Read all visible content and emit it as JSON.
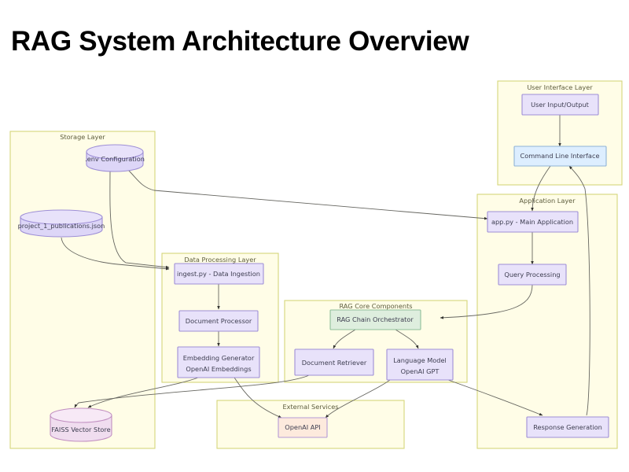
{
  "page": {
    "title": "RAG System Architecture Overview",
    "background": "#ffffff"
  },
  "colors": {
    "cluster_fill": "#fffde7",
    "cluster_stroke": "#d6d67a",
    "lavender_fill": "#e8e2fa",
    "lavender_stroke": "#9e8fd6",
    "blue_fill": "#ddeeff",
    "blue_stroke": "#8fb3d6",
    "green_fill": "#deeede",
    "green_stroke": "#8fbf9a",
    "peach_fill": "#fdeadd",
    "peach_stroke": "#b49ad6",
    "cylinder_pink_fill": "#f0ddef",
    "cylinder_pink_stroke": "#c08ec0",
    "edge_stroke": "#666660",
    "node_text": "#3d3d50",
    "cluster_text": "#5d5d3d"
  },
  "clusters": {
    "storage": {
      "label": "Storage Layer"
    },
    "user_interface": {
      "label": "User Interface Layer"
    },
    "application": {
      "label": "Application Layer"
    },
    "data_processing": {
      "label": "Data Processing Layer"
    },
    "rag_core": {
      "label": "RAG Core Components"
    },
    "external_services": {
      "label": "External Services"
    }
  },
  "nodes": {
    "env_config": {
      "label": "  .env Configuration",
      "shape": "cylinder",
      "style": "lavender"
    },
    "publications_json": {
      "label": "project_1_publications.json",
      "shape": "cylinder",
      "style": "lavender"
    },
    "faiss_store": {
      "label": "FAISS Vector Store",
      "shape": "cylinder",
      "style": "pink"
    },
    "user_io": {
      "label": "User Input/Output",
      "shape": "rect",
      "style": "lavender"
    },
    "cli": {
      "label": "Command Line Interface",
      "shape": "rect",
      "style": "blue"
    },
    "app_py": {
      "label": "app.py - Main Application",
      "shape": "rect",
      "style": "lavender"
    },
    "query_processing": {
      "label": "Query Processing",
      "shape": "rect",
      "style": "lavender"
    },
    "response_generation": {
      "label": "Response Generation",
      "shape": "rect",
      "style": "lavender"
    },
    "ingest_py": {
      "label": "ingest.py - Data Ingestion",
      "shape": "rect",
      "style": "lavender"
    },
    "document_processor": {
      "label": "Document Processor",
      "shape": "rect",
      "style": "lavender"
    },
    "embedding_generator": {
      "label_line1": "Embedding Generator",
      "label_line2": "OpenAI Embeddings",
      "shape": "rect",
      "style": "lavender"
    },
    "rag_chain": {
      "label": "RAG Chain Orchestrator",
      "shape": "rect",
      "style": "green"
    },
    "document_retriever": {
      "label": "Document Retriever",
      "shape": "rect",
      "style": "lavender"
    },
    "language_model": {
      "label_line1": "Language Model",
      "label_line2": "OpenAI GPT",
      "shape": "rect",
      "style": "lavender"
    },
    "openai_api": {
      "label": "OpenAI API",
      "shape": "rect",
      "style": "peach"
    }
  },
  "edges": [
    {
      "from": "user_io",
      "to": "cli"
    },
    {
      "from": "cli",
      "to": "app_py"
    },
    {
      "from": "app_py",
      "to": "query_processing"
    },
    {
      "from": "query_processing",
      "to": "rag_chain"
    },
    {
      "from": "env_config",
      "to": "app_py"
    },
    {
      "from": "env_config",
      "to": "ingest_py"
    },
    {
      "from": "publications_json",
      "to": "ingest_py"
    },
    {
      "from": "ingest_py",
      "to": "document_processor"
    },
    {
      "from": "document_processor",
      "to": "embedding_generator"
    },
    {
      "from": "embedding_generator",
      "to": "faiss_store"
    },
    {
      "from": "embedding_generator",
      "to": "openai_api"
    },
    {
      "from": "rag_chain",
      "to": "document_retriever"
    },
    {
      "from": "rag_chain",
      "to": "language_model"
    },
    {
      "from": "document_retriever",
      "to": "faiss_store"
    },
    {
      "from": "language_model",
      "to": "openai_api"
    },
    {
      "from": "language_model",
      "to": "response_generation"
    },
    {
      "from": "response_generation",
      "to": "cli"
    }
  ]
}
